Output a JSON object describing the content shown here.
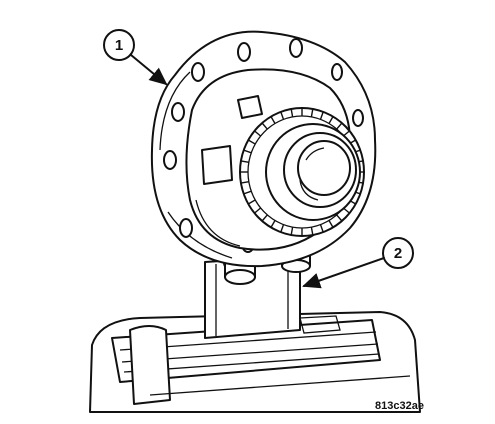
{
  "callouts": [
    {
      "label": "1"
    },
    {
      "label": "2"
    }
  ],
  "reference_code": "813c32ae",
  "colors": {
    "line": "#111111",
    "background": "#ffffff"
  }
}
